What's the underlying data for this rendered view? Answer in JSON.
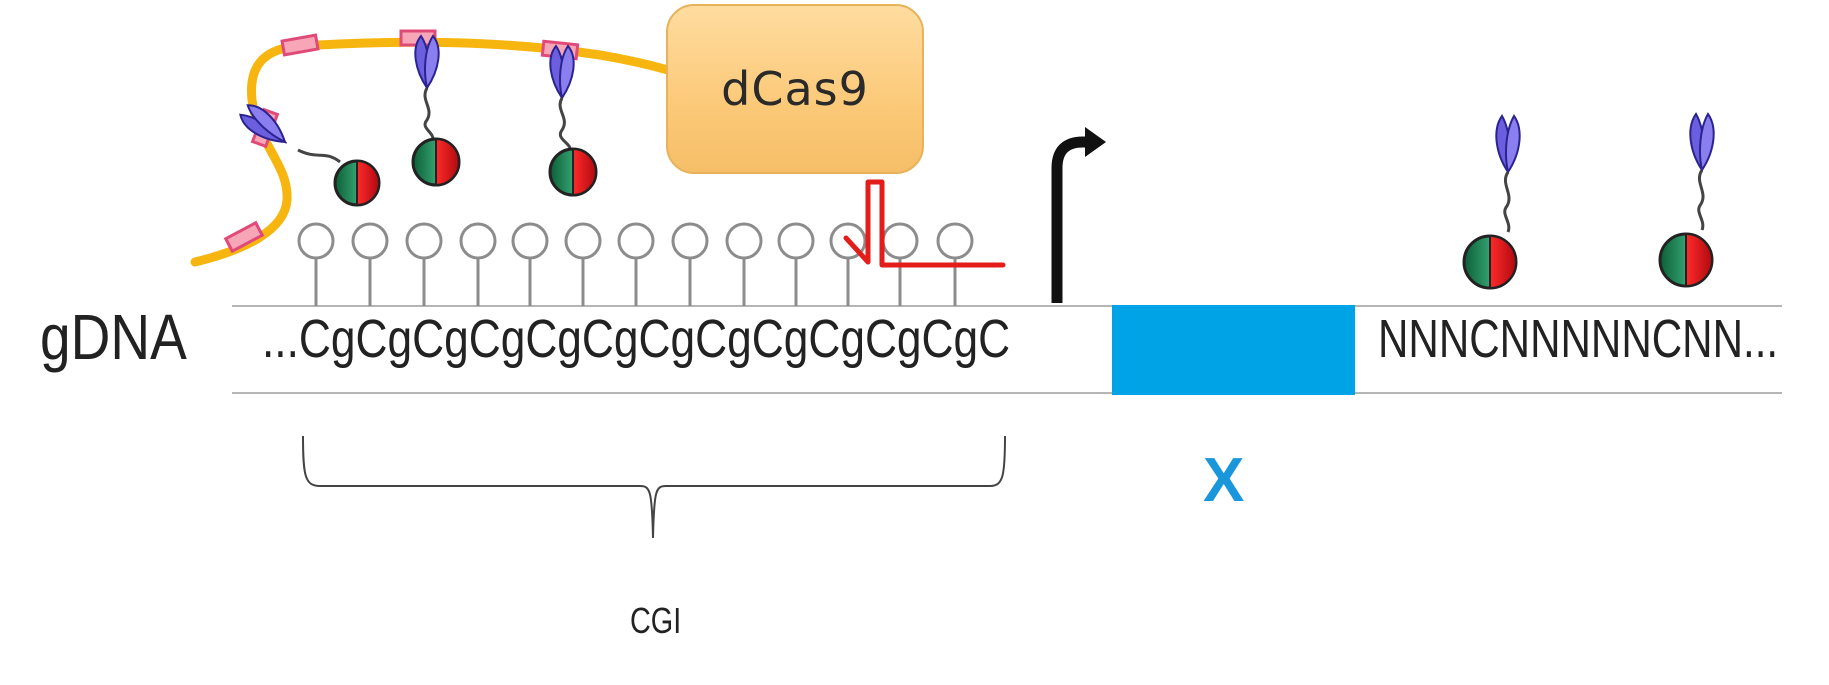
{
  "genome_label": "gDNA",
  "cpg_sequence": "...CgCgCgCgCgCgCgCgCgCgCgCgC",
  "downstream_sequence": "NNNCNNNNNCNN...",
  "island_label": "CGI",
  "fusion_protein_label": "dCas9",
  "gene_label": "X",
  "colors": {
    "scaffold": "#f7b60f",
    "tag": "#f08ea8",
    "antibody": "#6b5fe0",
    "enzyme_green": "#157a4c",
    "enzyme_red": "#e0141b",
    "gene_block": "#00a3e6",
    "cut_marker": "#e31d1a",
    "promoter_arrow": "#111111",
    "dna_line": "#b5b5b5",
    "cpg_lollipop": "#8c8c8c"
  },
  "icons": [
    "cpg-lollipop-icon",
    "antibody-icon",
    "enzyme-icon",
    "tag-icon",
    "promoter-arrow-icon",
    "cut-site-icon",
    "gene-block-icon"
  ]
}
